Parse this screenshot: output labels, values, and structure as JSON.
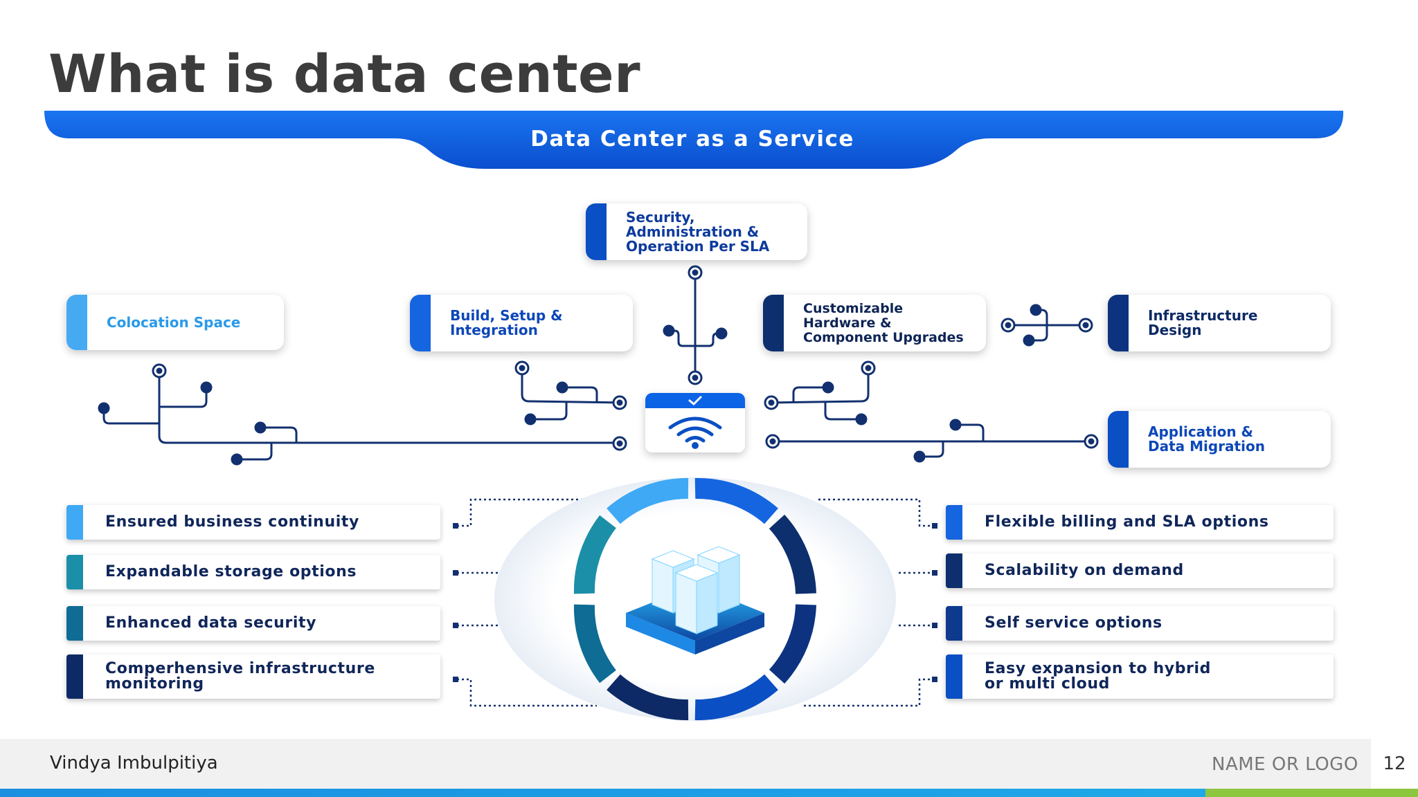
{
  "slide": {
    "title": "What is data center",
    "banner": "Data Center as a Service"
  },
  "top_boxes": [
    {
      "label": "Security,\nAdministration &\nOperation Per SLA",
      "color": "#0b4fc4",
      "text_color": "#0d3a9c"
    },
    {
      "label": "Colocation Space",
      "color": "#45aaf2",
      "text_color": "#2a9ae8"
    },
    {
      "label": "Build, Setup &\nIntegration",
      "color": "#1565e0",
      "text_color": "#0d47b8"
    },
    {
      "label": "Customizable\nHardware &\nComponent  Upgrades",
      "color": "#0d2f6e",
      "text_color": "#0d2455"
    },
    {
      "label": "Infrastructure\nDesign",
      "color": "#0d3380",
      "text_color": "#0d2a66"
    },
    {
      "label": "Application &\nData Migration",
      "color": "#0b4fc4",
      "text_color": "#0d47b8"
    }
  ],
  "features_left": [
    {
      "label": "Ensured business continuity",
      "color": "#3fa9f5"
    },
    {
      "label": "Expandable storage options",
      "color": "#1b8fa8"
    },
    {
      "label": "Enhanced data security",
      "color": "#0f6c94"
    },
    {
      "label": "Comperhensive infrastructure\nmonitoring",
      "color": "#0d2a66"
    }
  ],
  "features_right": [
    {
      "label": "Flexible billing and SLA options",
      "color": "#1565e0"
    },
    {
      "label": "Scalability on demand",
      "color": "#0d2f6e"
    },
    {
      "label": "Self service options",
      "color": "#0d3a8c"
    },
    {
      "label": "Easy expansion to hybrid\nor multi cloud",
      "color": "#0b4fc4"
    }
  ],
  "icons": {
    "center": "wifi-icon",
    "check": "check-icon",
    "hub": "server-stack-icon"
  },
  "footer": {
    "author": "Vindya Imbulpitiya",
    "logo": "NAME OR LOGO",
    "page_number": "12"
  },
  "colors": {
    "primary_blue": "#0b63e6",
    "dark_navy": "#0d2455",
    "title_gray": "#3c3c3c"
  }
}
